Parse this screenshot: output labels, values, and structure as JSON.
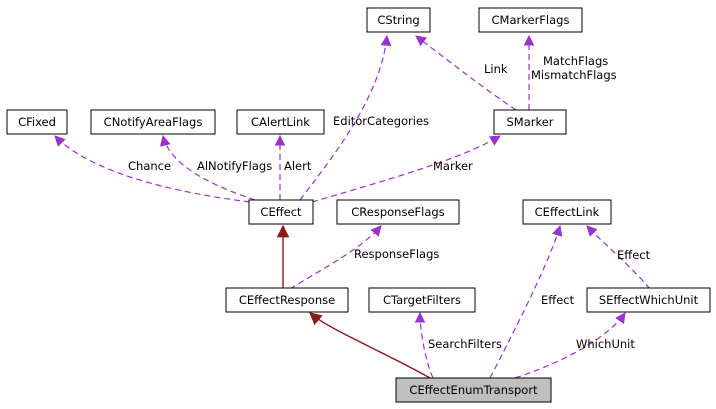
{
  "colors": {
    "usage_edge": "#9a32cd",
    "inheritance_edge": "#8b1a1a",
    "highlighted_node_fill": "#bfbfbf"
  },
  "nodes": {
    "cstring": "CString",
    "cmarkerflags": "CMarkerFlags",
    "cfixed": "CFixed",
    "cnotifyareaflags": "CNotifyAreaFlags",
    "calertlink": "CAlertLink",
    "smarker": "SMarker",
    "ceffect": "CEffect",
    "cresponseflags": "CResponseFlags",
    "ceffectlink": "CEffectLink",
    "ceffectresponse": "CEffectResponse",
    "ctargetfilters": "CTargetFilters",
    "seffectwhichunit": "SEffectWhichUnit",
    "ceffectenumtransport": "CEffectEnumTransport"
  },
  "edges": {
    "link": "Link",
    "match_flags": "MatchFlags",
    "mismatch_flags": "MismatchFlags",
    "editor_categories": "EditorCategories",
    "chance": "Chance",
    "al_notify_flags": "AlNotifyFlags",
    "alert": "Alert",
    "marker": "Marker",
    "response_flags": "ResponseFlags",
    "effect_link": "Effect",
    "effect_which": "Effect",
    "search_filters": "SearchFilters",
    "which_unit": "WhichUnit"
  }
}
